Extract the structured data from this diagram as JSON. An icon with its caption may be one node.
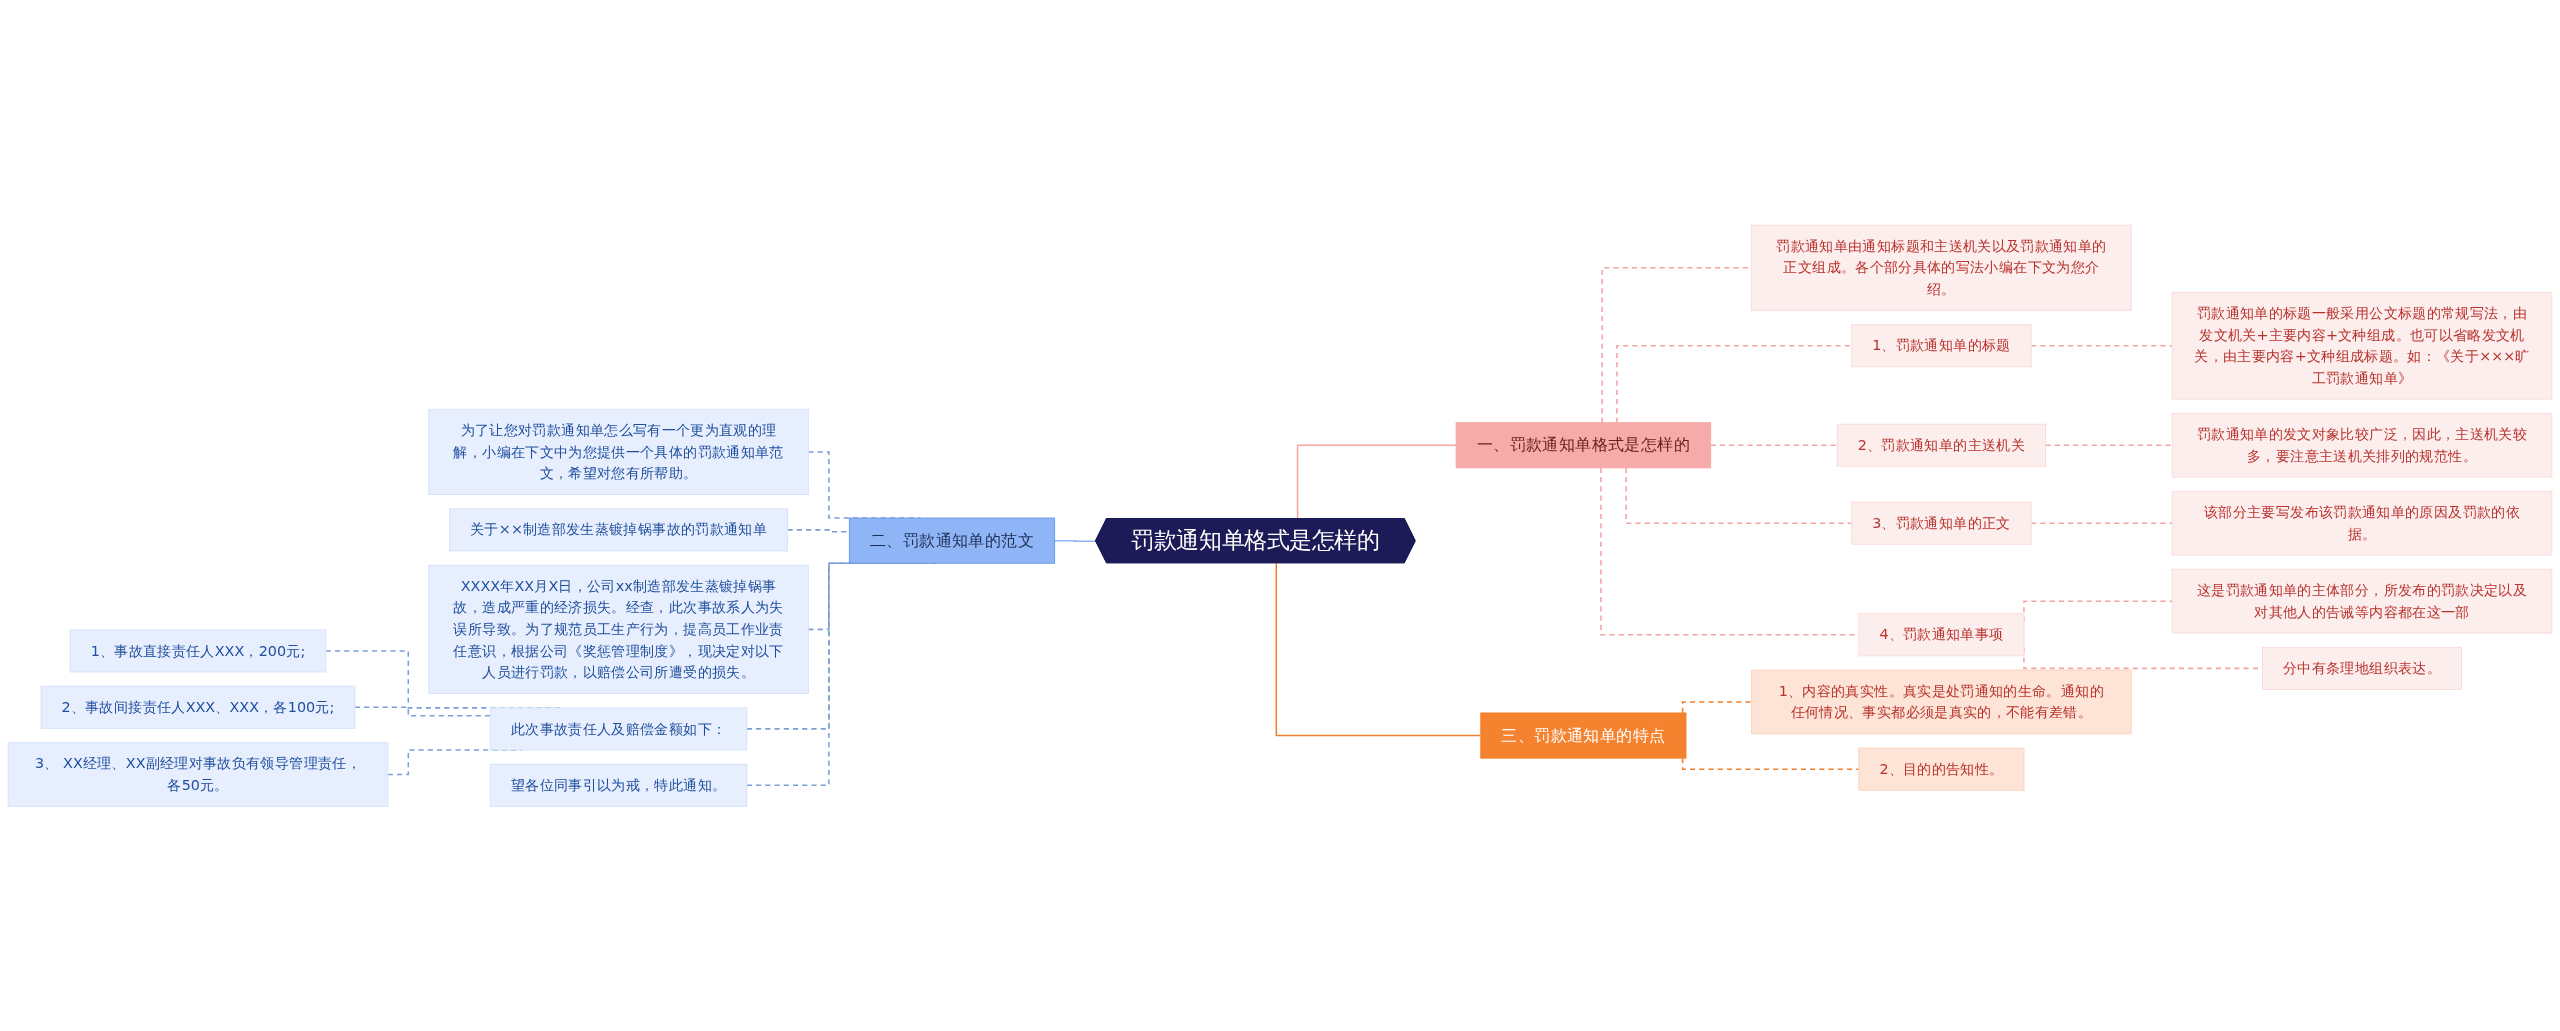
{
  "diagram": {
    "nodes": [
      {
        "text": [
          "罚款通知单格式是怎样的"
        ]
      },
      {
        "text": [
          "一、罚款通知单格式是怎样的"
        ]
      },
      {
        "text": [
          "罚款通知单由通知标题和主送机关以及罚款通知单的正文组成。各个部分具体的写法小编在下文为您介绍。"
        ]
      },
      {
        "text": [
          "1、罚款通知单的标题"
        ]
      },
      {
        "text": [
          "罚款通知单的标题一般采用公文标题的常规写法，由发文机关+主要内容+文种组成。也可以省略发文机关，由主要内容+文种组成标题。如：《关于×××旷工罚款通知单》"
        ]
      },
      {
        "text": [
          "2、罚款通知单的主送机关"
        ]
      },
      {
        "text": [
          "罚款通知单的发文对象比较广泛，因此，主送机关较多，要注意主送机关排列的规范性。"
        ]
      },
      {
        "text": [
          "3、罚款通知单的正文"
        ]
      },
      {
        "text": [
          "该部分主要写发布该罚款通知单的原因及罚款的依据。"
        ]
      },
      {
        "text": [
          "4、罚款通知单事项"
        ]
      },
      {
        "text": [
          "这是罚款通知单的主体部分，所发布的罚款决定以及对其他人的告诫等内容都在这一部"
        ]
      },
      {
        "text": [
          "分中有条理地组织表达。"
        ]
      },
      {
        "text": [
          "三、罚款通知单的特点"
        ]
      },
      {
        "text": [
          "1、内容的真实性。真实是处罚通知的生命。通知的任何情况、事实都必须是真实的，不能有差错。"
        ]
      },
      {
        "text": [
          "2、目的的告知性。"
        ]
      },
      {
        "text": [
          "二、罚款通知单的范文"
        ]
      },
      {
        "text": [
          "为了让您对罚款通知单怎么写有一个更为直观的理解，小编在下文中为您提供一个具体的罚款通知单范文，希望对您有所帮助。"
        ]
      },
      {
        "text": [
          "关于××制造部发生蒸镀掉锅事故的罚款通知单"
        ]
      },
      {
        "text": [
          "XXXX年XX月X日，公司xx制造部发生蒸镀掉锅事故，造成严重的经济损失。经查，此次事故系人为失误所导致。为了规范员工生产行为，提高员工作业责任意识，根据公司《奖惩管理制度》，现决定对以下人员进行罚款，以赔偿公司所遭受的损失。"
        ]
      },
      {
        "text": [
          "此次事故责任人及赔偿金额如下："
        ]
      },
      {
        "text": [
          "1、事故直接责任人XXX，200元;"
        ]
      },
      {
        "text": [
          "2、事故间接责任人XXX、XXX，各100元;"
        ]
      },
      {
        "text": [
          "3、 XX经理、XX副经理对事故负有领导管理责任，各50元。"
        ]
      },
      {
        "text": [
          "望各位同事引以为戒，特此通知。"
        ]
      }
    ],
    "edges": [
      {
        "from": 0,
        "to": 1,
        "arrow": "none",
        "color": "#f4a3a3"
      },
      {
        "from": 1,
        "to": 2,
        "arrow": "none",
        "style": "dashed",
        "color": "#f4a3a3"
      },
      {
        "from": 1,
        "to": 3,
        "arrow": "none",
        "style": "dashed",
        "color": "#f4a3a3"
      },
      {
        "from": 3,
        "to": 4,
        "arrow": "none",
        "style": "dashed",
        "color": "#f4a3a3"
      },
      {
        "from": 1,
        "to": 5,
        "arrow": "none",
        "style": "dashed",
        "color": "#f4a3a3"
      },
      {
        "from": 5,
        "to": 6,
        "arrow": "none",
        "style": "dashed",
        "color": "#f4a3a3"
      },
      {
        "from": 1,
        "to": 7,
        "arrow": "none",
        "style": "dashed",
        "color": "#f4a3a3"
      },
      {
        "from": 7,
        "to": 8,
        "arrow": "none",
        "style": "dashed",
        "color": "#f4a3a3"
      },
      {
        "from": 1,
        "to": 9,
        "arrow": "none",
        "style": "dashed",
        "color": "#f4a3a3"
      },
      {
        "from": 9,
        "to": 10,
        "arrow": "none",
        "style": "dashed",
        "color": "#f4a3a3"
      },
      {
        "from": 9,
        "to": 11,
        "arrow": "none",
        "style": "dashed",
        "color": "#f4a3a3"
      },
      {
        "from": 0,
        "to": 12,
        "arrow": "none",
        "color": "#f07f2e"
      },
      {
        "from": 12,
        "to": 13,
        "arrow": "none",
        "style": "dashed",
        "color": "#f07f2e"
      },
      {
        "from": 12,
        "to": 14,
        "arrow": "none",
        "style": "dashed",
        "color": "#f07f2e"
      },
      {
        "from": 15,
        "to": 0,
        "arrow": "none",
        "color": "#8fb5f7"
      },
      {
        "from": 16,
        "to": 15,
        "arrow": "none",
        "style": "dashed",
        "color": "#7a9fd8"
      },
      {
        "from": 17,
        "to": 15,
        "arrow": "none",
        "style": "dashed",
        "color": "#7a9fd8"
      },
      {
        "from": 18,
        "to": 15,
        "arrow": "none",
        "style": "dashed",
        "color": "#7a9fd8"
      },
      {
        "from": 19,
        "to": 15,
        "arrow": "none",
        "style": "dashed",
        "color": "#7a9fd8"
      },
      {
        "from": 20,
        "to": 19,
        "arrow": "none",
        "style": "dashed",
        "color": "#7a9fd8"
      },
      {
        "from": 21,
        "to": 19,
        "arrow": "none",
        "style": "dashed",
        "color": "#7a9fd8"
      },
      {
        "from": 22,
        "to": 19,
        "arrow": "none",
        "style": "dashed",
        "color": "#7a9fd8"
      },
      {
        "from": 23,
        "to": 15,
        "arrow": "none",
        "style": "dashed",
        "color": "#7a9fd8"
      }
    ]
  }
}
